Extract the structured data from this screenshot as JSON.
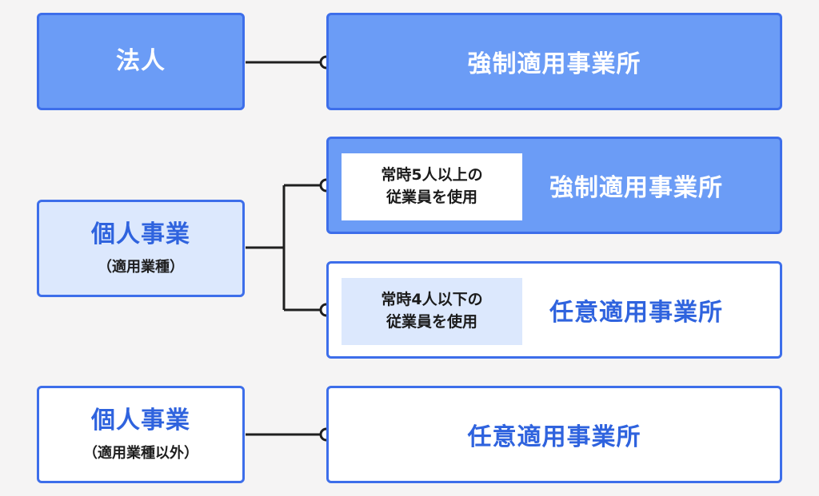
{
  "rows": [
    {
      "left": {
        "main": "法人",
        "sub": ""
      },
      "right": {
        "title": "強制適用事業所"
      }
    },
    {
      "left": {
        "main": "個人事業",
        "sub": "（適用業種）"
      },
      "branches": [
        {
          "condition_line1": "常時5人以上の",
          "condition_line2": "従業員を使用",
          "title": "強制適用事業所"
        },
        {
          "condition_line1": "常時4人以下の",
          "condition_line2": "従業員を使用",
          "title": "任意適用事業所"
        }
      ]
    },
    {
      "left": {
        "main": "個人事業",
        "sub": "（適用業種以外）"
      },
      "right": {
        "title": "任意適用事業所"
      }
    }
  ],
  "colors": {
    "solid_fill": "#6b9cf6",
    "light_fill": "#dce8fd",
    "border": "#3d6eea",
    "connector": "#1f1f1f",
    "background": "#f5f4f4"
  }
}
